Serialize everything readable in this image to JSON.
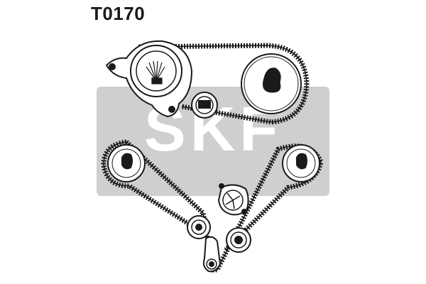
{
  "part_number": "T0170",
  "brand": {
    "name": "SKF",
    "watermark_color": "#b9b9b9",
    "watermark_band_color": "#cfcfcf"
  },
  "diagram": {
    "line_color": "#1a1a1a",
    "components": [
      "camshaft-gear-left",
      "camshaft-gear-right",
      "tensioner-pulley",
      "idler-pulley-left",
      "idler-pulley-right",
      "injection-pump-gear",
      "water-pump-pulley",
      "small-idler-pulley",
      "crankshaft-gear-upper-belt-tensioner",
      "bottom-tensioner-arm"
    ]
  }
}
